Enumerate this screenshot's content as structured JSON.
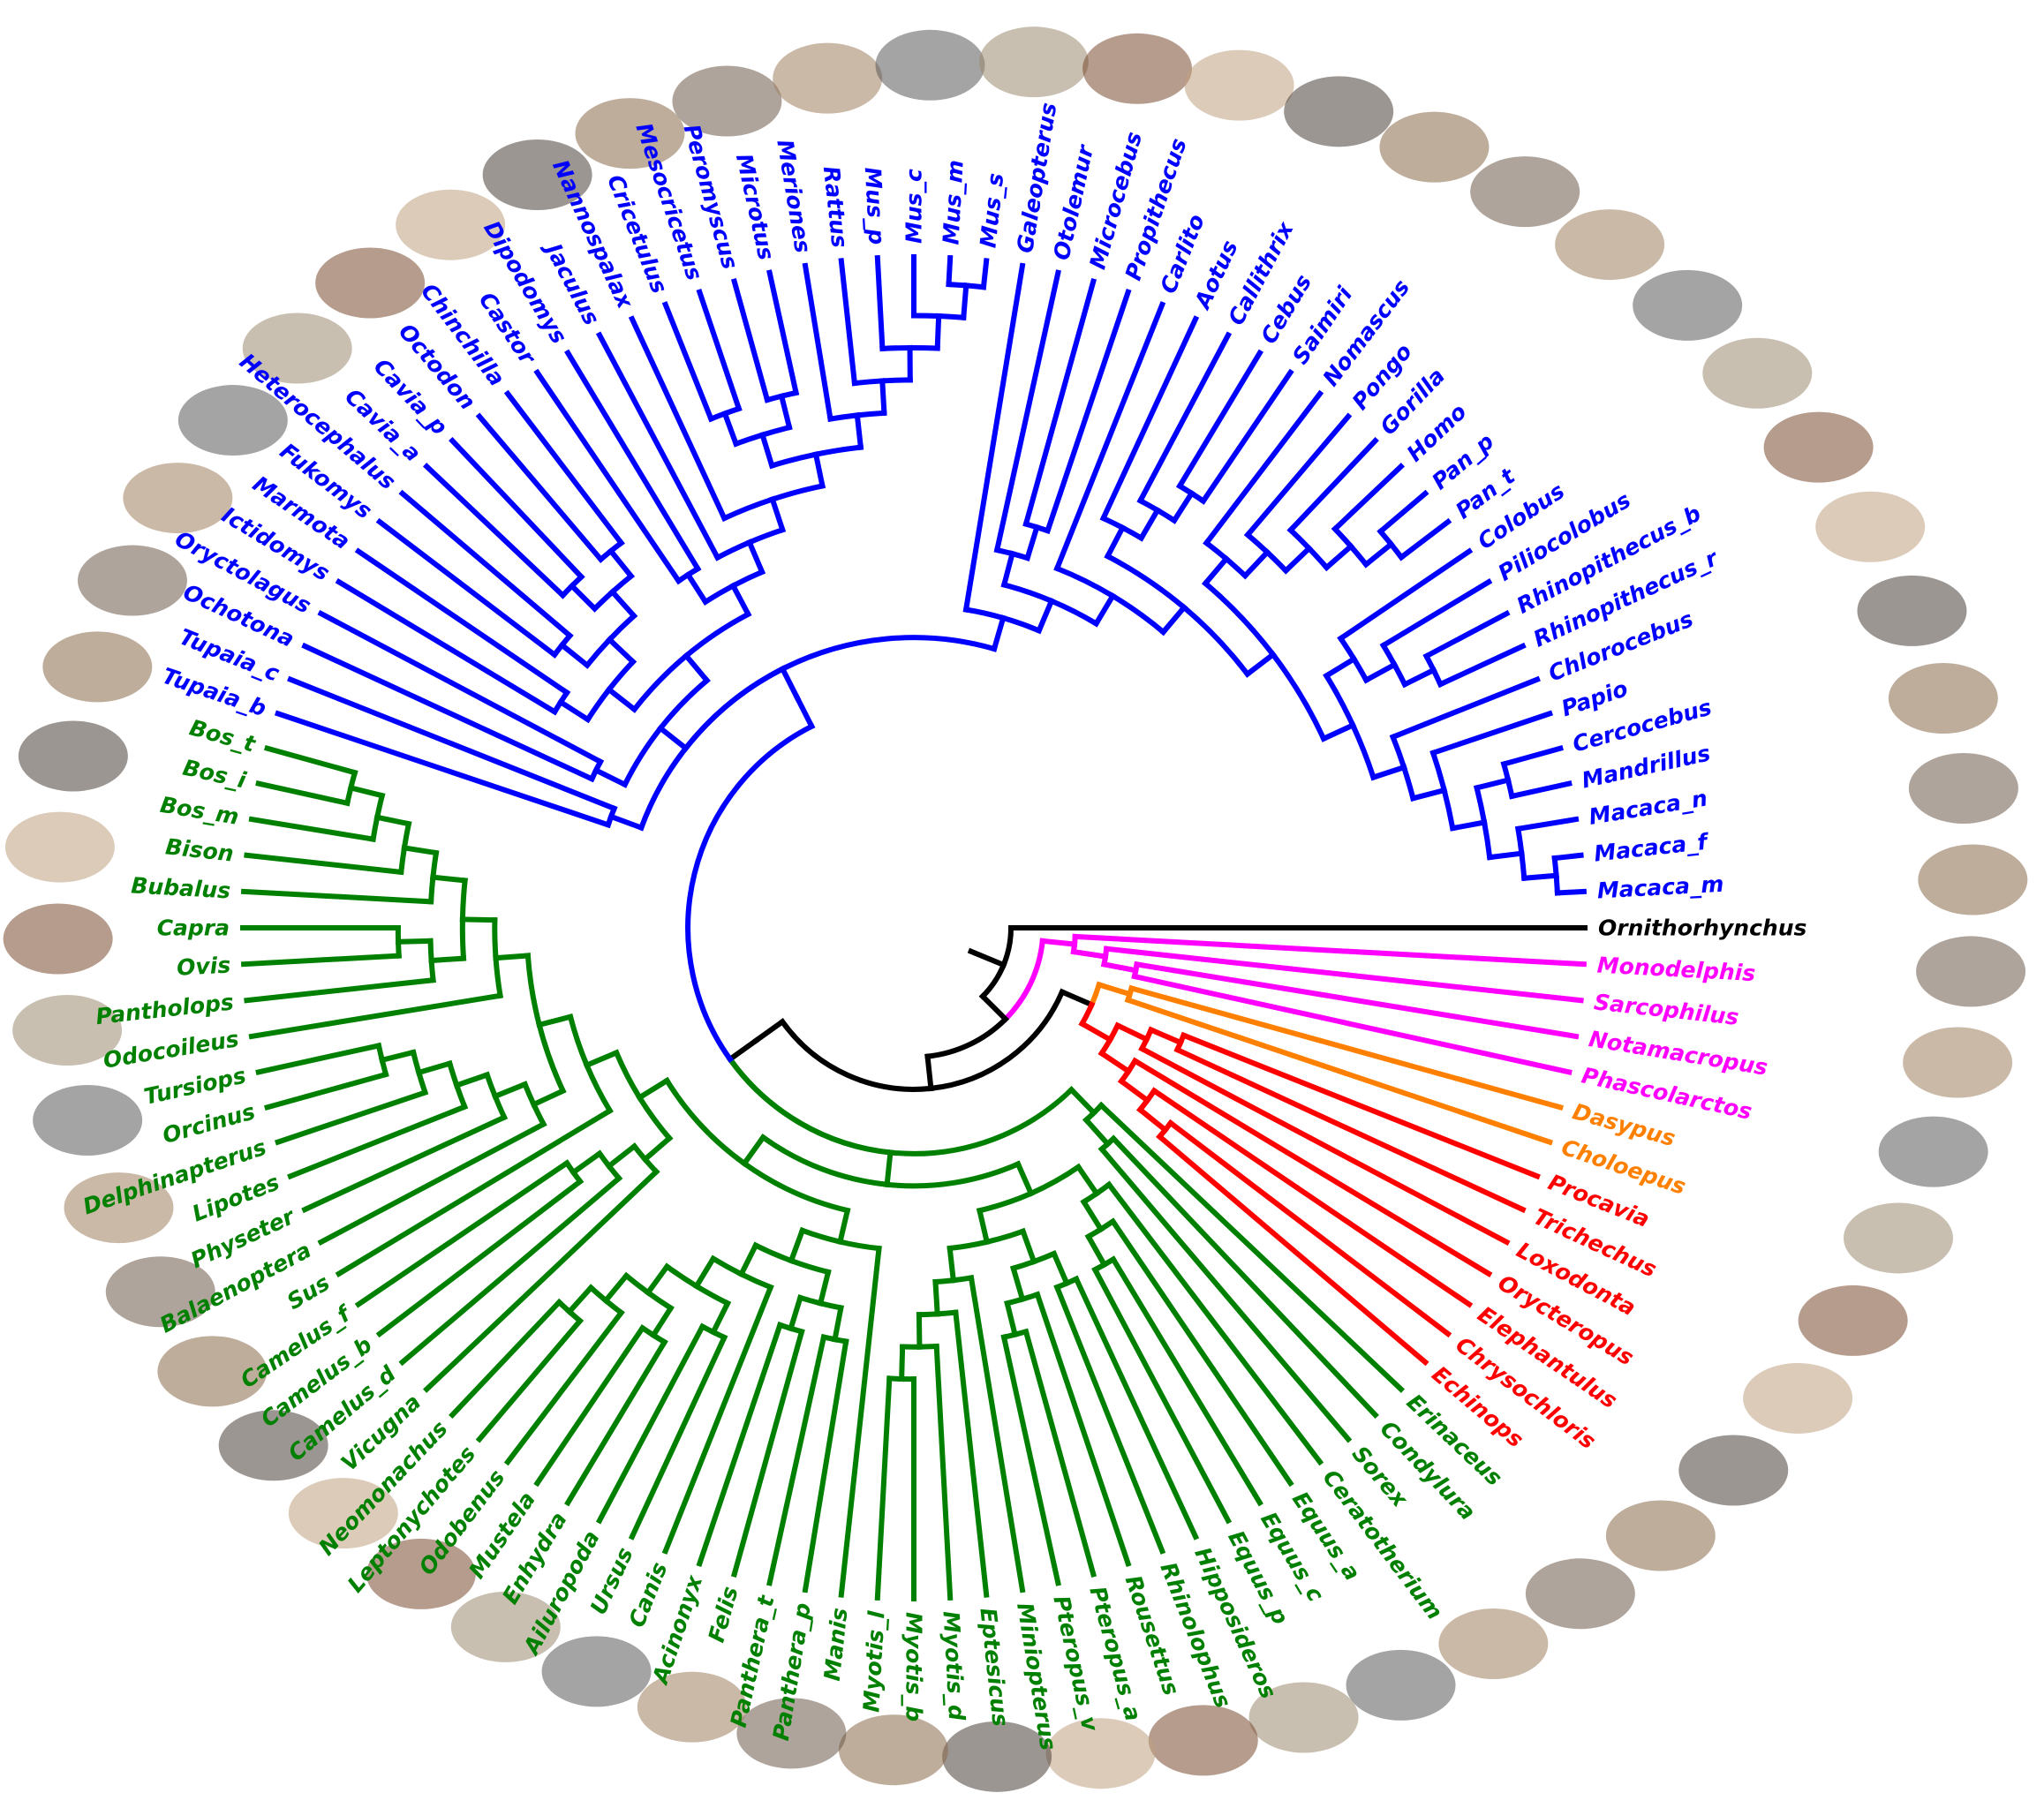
{
  "tree": {
    "newick": "(Ornithorhynchus,((Monodelphis,(Sarcophilus,(Notamacropus,Phascolarctos))),(((Dasypus,Choloepus),(((Procavia,Trichechus),Loxodonta),(Orycteropus,(Elephantulus,(Chrysochloris,Echinops))))),(((Erinaceus,(Condylura,Sorex)),(((Ceratotherium,(Equus_a,(Equus_c,Equus_p))),(((Hipposideros,Rhinolophus),(Rousettus,(Pteropus_a,Pteropus_v))),(Miniopterus,(Eptesicus,(Myotis_d,(Myotis_b,Myotis_l)))))),((Manis,(((Panthera_p,Panthera_t),(Felis,Acinonyx)),(Canis,((Ursus,Ailuropoda),((Enhydra,Mustela),(Odobenus,(Leptonychotes,Neomonachus))))))),((Vicugna,(Camelus_d,(Camelus_b,Camelus_f))),(Sus,((Balaenoptera,(Physeter,(Lipotes,(Delphinapterus,(Orcinus,Tursiops))))),(Odocoileus,((Pantholops,(Ovis,Capra)),(Bubalus,(Bison,(Bos_m,(Bos_i,Bos_t))))))))))),(((Tupaia_b,Tupaia_c),((Ochotona,Oryctolagus),(((Ictidomys,Marmota),((Fukomys,Heterocephalus),((Cavia_a,Cavia_p),(Octodon,Chinchilla)))),((Castor,Dipodomys),(Jaculus,(Nannospalax,(((Cricetulus,Mesocricetus),(Peromyscus,Microtus)),(Meriones,(Rattus,(Mus_p,(Mus_c,(Mus_m,Mus_s))))))))))),(Galeopterus,((Otolemur,(Microcebus,Propithecus)),(Carlito,((Aotus,(Callithrix,(Cebus,Saimiri))),((Nomascus,(Pongo,(Gorilla,(Homo,(Pan_p,Pan_t))))),((Colobus,(Piliocolobus,(Rhinopithecus_b,Rhinopithecus_r))),(Chlorocebus,(Papio,((Cercocebus,Mandrillus),(Macaca_n,(Macaca_f,Macaca_m))))))))))))))))",
    "layout": "circular",
    "internal_branch_color": "#000000"
  },
  "groups": [
    {
      "color": "#000000",
      "leaves": [
        "Ornithorhynchus"
      ]
    },
    {
      "color": "#ff00ff",
      "leaves": [
        "Monodelphis",
        "Sarcophilus",
        "Notamacropus",
        "Phascolarctos"
      ]
    },
    {
      "color": "#ff8000",
      "leaves": [
        "Dasypus",
        "Choloepus"
      ]
    },
    {
      "color": "#ff0000",
      "leaves": [
        "Procavia",
        "Trichechus",
        "Loxodonta",
        "Orycteropus",
        "Elephantulus",
        "Chrysochloris",
        "Echinops"
      ]
    },
    {
      "color": "#008000",
      "leaves": [
        "Erinaceus",
        "Condylura",
        "Sorex",
        "Ceratotherium",
        "Equus_a",
        "Equus_c",
        "Equus_p",
        "Hipposideros",
        "Rhinolophus",
        "Rousettus",
        "Pteropus_a",
        "Pteropus_v",
        "Miniopterus",
        "Eptesicus",
        "Myotis_d",
        "Myotis_b",
        "Myotis_l",
        "Manis",
        "Panthera_p",
        "Panthera_t",
        "Felis",
        "Acinonyx",
        "Canis",
        "Ursus",
        "Ailuropoda",
        "Enhydra",
        "Mustela",
        "Odobenus",
        "Leptonychotes",
        "Neomonachus",
        "Vicugna",
        "Camelus_d",
        "Camelus_b",
        "Camelus_f",
        "Sus",
        "Balaenoptera",
        "Physeter",
        "Lipotes",
        "Delphinapterus",
        "Orcinus",
        "Tursiops",
        "Odocoileus",
        "Pantholops",
        "Ovis",
        "Capra",
        "Bubalus",
        "Bison",
        "Bos_m",
        "Bos_i",
        "Bos_t"
      ]
    },
    {
      "color": "#0000ff",
      "leaves": [
        "Tupaia_b",
        "Tupaia_c",
        "Ochotona",
        "Oryctolagus",
        "Ictidomys",
        "Marmota",
        "Fukomys",
        "Heterocephalus",
        "Cavia_a",
        "Cavia_p",
        "Octodon",
        "Chinchilla",
        "Castor",
        "Dipodomys",
        "Jaculus",
        "Nannospalax",
        "Cricetulus",
        "Mesocricetus",
        "Peromyscus",
        "Microtus",
        "Meriones",
        "Rattus",
        "Mus_p",
        "Mus_c",
        "Mus_m",
        "Mus_s",
        "Galeopterus",
        "Otolemur",
        "Microcebus",
        "Propithecus",
        "Carlito",
        "Aotus",
        "Callithrix",
        "Cebus",
        "Saimiri",
        "Nomascus",
        "Pongo",
        "Gorilla",
        "Homo",
        "Pan_p",
        "Pan_t",
        "Colobus",
        "Piliocolobus",
        "Rhinopithecus_b",
        "Rhinopithecus_r",
        "Chlorocebus",
        "Papio",
        "Cercocebus",
        "Mandrillus",
        "Macaca_n",
        "Macaca_f",
        "Macaca_m"
      ]
    }
  ]
}
